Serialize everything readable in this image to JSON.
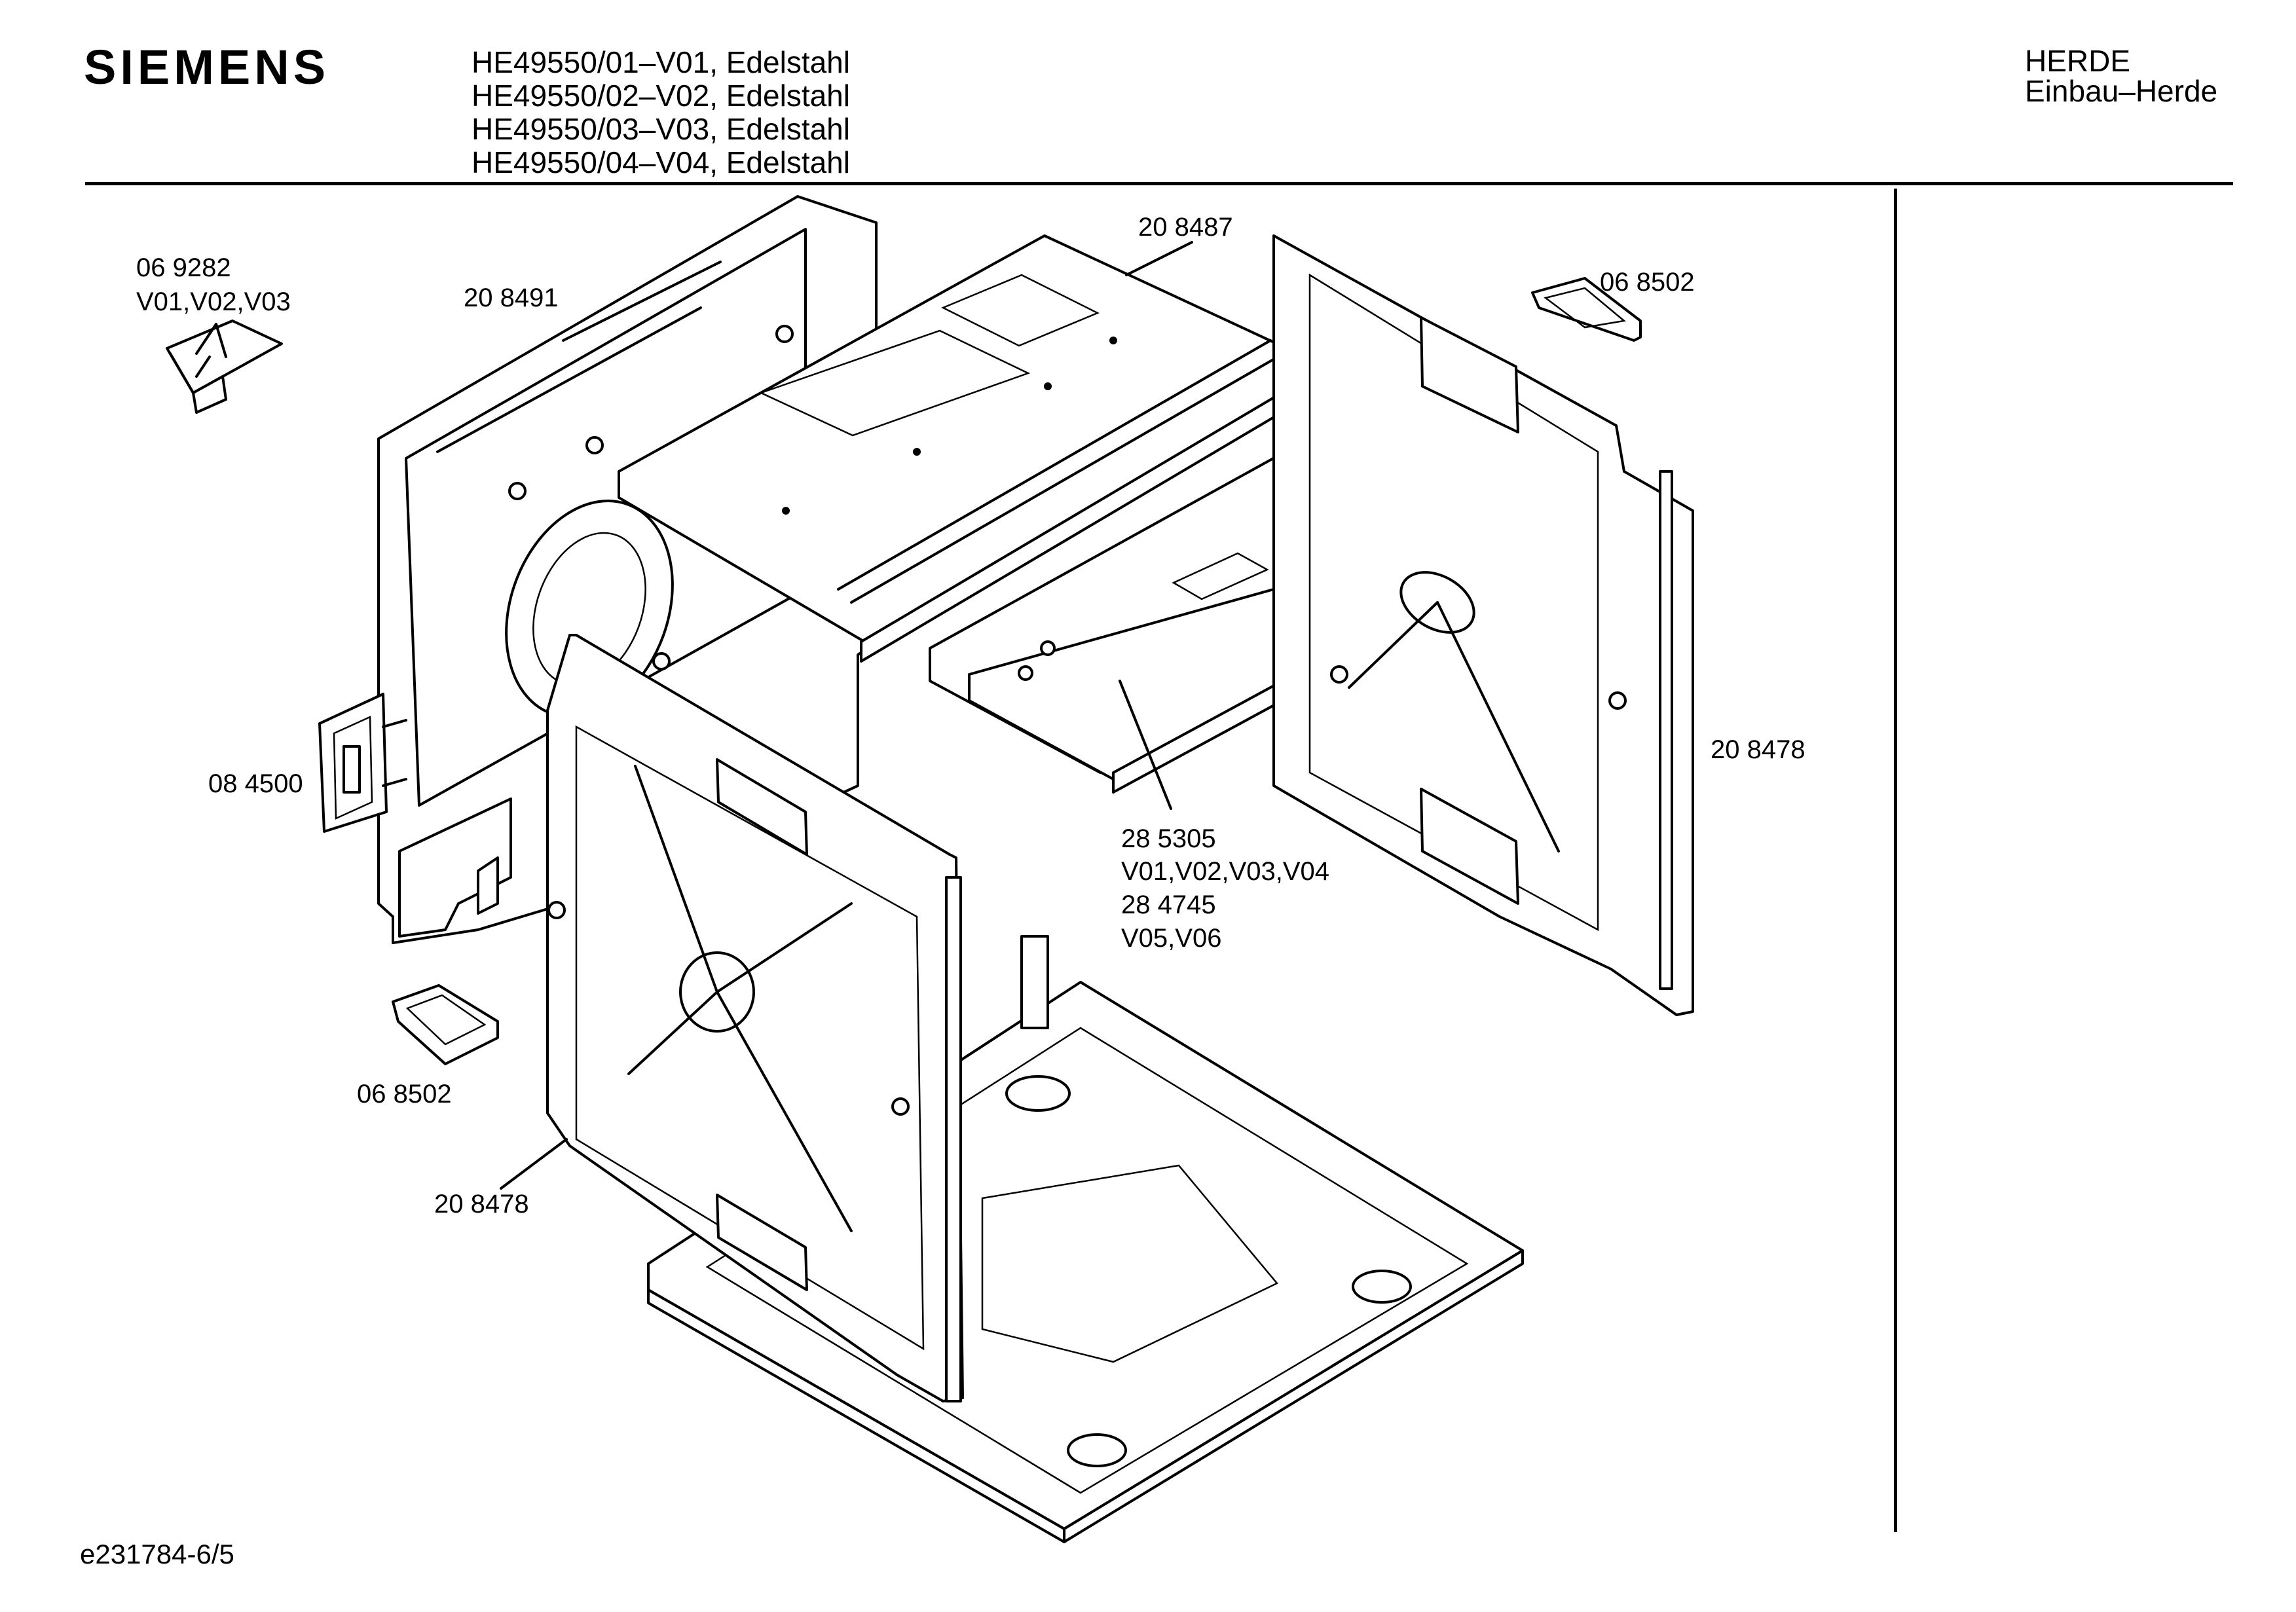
{
  "header": {
    "brand": "SIEMENS",
    "models": [
      "HE49550/01–V01, Edelstahl",
      "HE49550/02–V02, Edelstahl",
      "HE49550/03–V03, Edelstahl",
      "HE49550/04–V04, Edelstahl"
    ],
    "category": "HERDE",
    "subcategory": "Einbau–Herde"
  },
  "parts": {
    "p069282": "06 9282",
    "p069282_variants": "V01,V02,V03",
    "p208491": "20 8491",
    "p208487": "20 8487",
    "p068502_top": "06 8502",
    "p084500": "08 4500",
    "p208478_right": "20 8478",
    "p285305": "28 5305",
    "p285305_variants": "V01,V02,V03,V04",
    "p284745": "28 4745",
    "p284745_variants": "V05,V06",
    "p068502_bottom": "06 8502",
    "p208478_left": "20 8478"
  },
  "footer": {
    "doc_id": "e231784-6/5"
  }
}
